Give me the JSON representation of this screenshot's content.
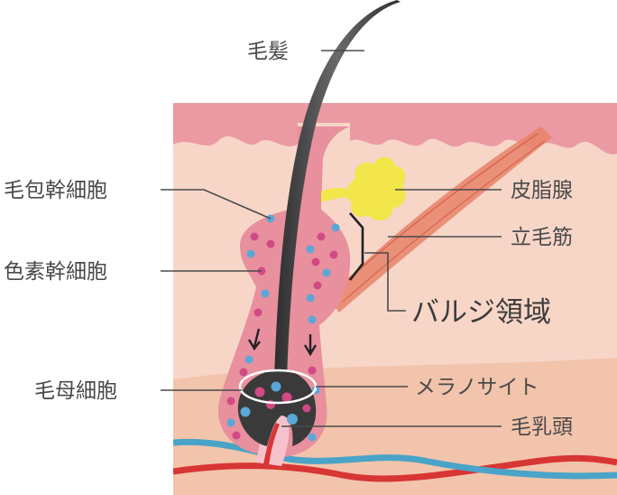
{
  "labels": {
    "hair": "毛髪",
    "hair_follicle_stem_cell": "毛包幹細胞",
    "melanocyte_stem_cell": "色素幹細胞",
    "hair_matrix_cell": "毛母細胞",
    "sebaceous_gland": "皮脂腺",
    "arrector_pili": "立毛筋",
    "bulge_region": "バルジ領域",
    "melanocyte": "メラノサイト",
    "dermal_papilla": "毛乳頭"
  },
  "colors": {
    "epidermis": "#eb9aa3",
    "dermis": "#f7d6c8",
    "deep_dermis": "#f2c4ab",
    "follicle": "#e8909e",
    "hair": "#3a3a3a",
    "sebaceous": "#f2e64a",
    "muscle": "#e8826a",
    "blue_cell": "#5aa7d8",
    "pink_cell": "#d14a86",
    "blood_red": "#d83535",
    "blood_blue": "#4aa3c8"
  }
}
